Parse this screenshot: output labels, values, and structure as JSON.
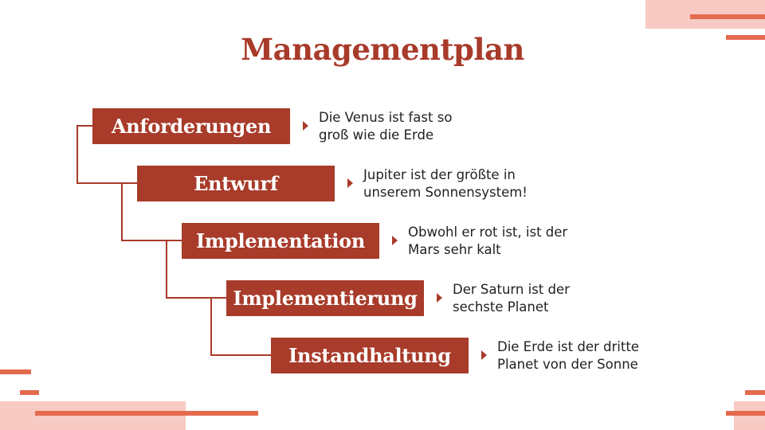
{
  "title": "Managementplan",
  "steps": [
    {
      "label": "Anforderungen",
      "description": "Die Venus ist fast so groß wie die Erde"
    },
    {
      "label": "Entwurf",
      "description": "Jupiter ist der größte in unserem Sonnensystem!"
    },
    {
      "label": "Implementation",
      "description": "Obwohl er rot ist, ist der Mars sehr kalt"
    },
    {
      "label": "Implementierung",
      "description": "Der Saturn ist der sechste Planet"
    },
    {
      "label": "Instandhaltung",
      "description": "Die Erde ist der dritte Planet von der Sonne"
    }
  ],
  "colors": {
    "accent": "#a83b2a",
    "coral": "#e46a4e",
    "pink": "#f7cbc3"
  }
}
